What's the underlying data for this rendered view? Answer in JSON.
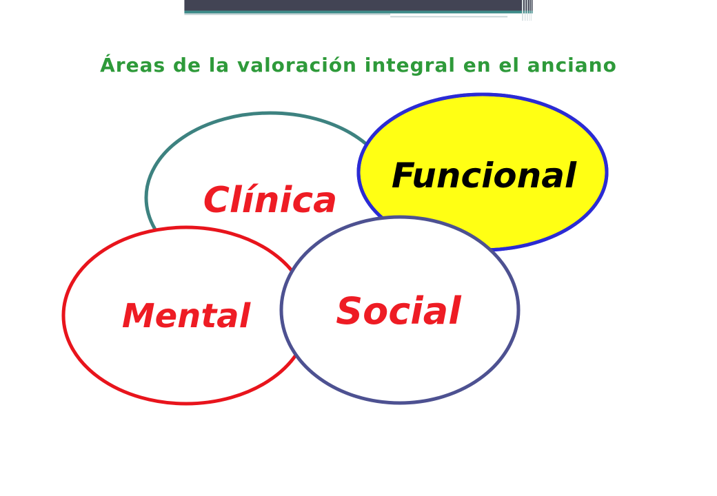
{
  "title": "Áreas de la valoración integral en el anciano",
  "colors": {
    "title": "#2e9a3a",
    "header_dark": "#424454",
    "header_teal": "#3d8b89",
    "clinica_stroke": "#3d8280",
    "clinica_text": "#ee1c24",
    "funcional_fill": "#ffff14",
    "funcional_stroke": "#2b2bd4",
    "funcional_text": "#000000",
    "mental_stroke": "#e8141c",
    "mental_text": "#ee1c24",
    "social_stroke": "#4d5191",
    "social_text": "#ee1c24"
  },
  "areas": {
    "clinica": "Clínica",
    "funcional": "Funcional",
    "mental": "Mental",
    "social": "Social"
  }
}
